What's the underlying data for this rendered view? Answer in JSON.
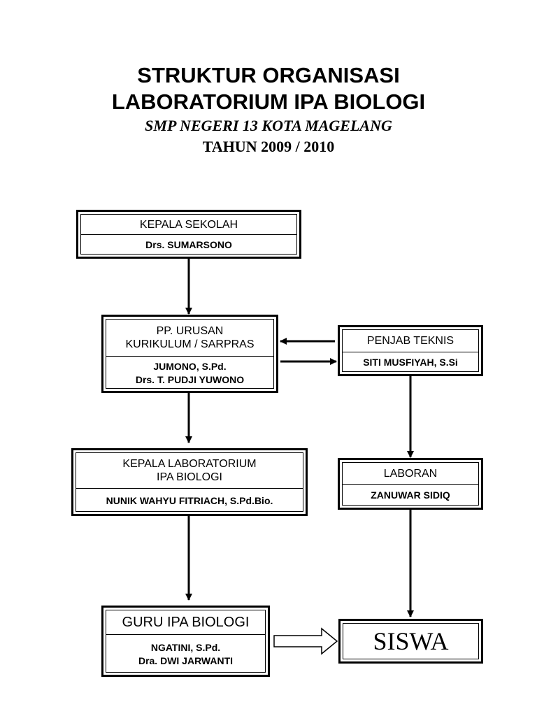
{
  "header": {
    "title_line1": "STRUKTUR ORGANISASI",
    "title_line2": "LABORATORIUM IPA BIOLOGI",
    "school": "SMP NEGERI 13 KOTA MAGELANG",
    "year": "TAHUN 2009 / 2010"
  },
  "boxes": {
    "kepala_sekolah": {
      "role": "KEPALA SEKOLAH",
      "names": [
        "Drs. SUMARSONO"
      ]
    },
    "urusan": {
      "role": [
        "PP. URUSAN",
        "KURIKULUM / SARPRAS"
      ],
      "names": [
        "JUMONO, S.Pd.",
        "Drs. T. PUDJI YUWONO"
      ]
    },
    "penjab": {
      "role": "PENJAB TEKNIS",
      "names": [
        "SITI MUSFIYAH, S.Si"
      ]
    },
    "kepala_lab": {
      "role": [
        "KEPALA LABORATORIUM",
        "IPA BIOLOGI"
      ],
      "names": [
        "NUNIK WAHYU FITRIACH, S.Pd.Bio."
      ]
    },
    "laboran": {
      "role": "LABORAN",
      "names": [
        "ZANUWAR SIDIQ"
      ]
    },
    "guru": {
      "role": "GURU IPA BIOLOGI",
      "names": [
        "NGATINI, S.Pd.",
        "Dra. DWI JARWANTI"
      ]
    },
    "siswa": {
      "label": "SISWA"
    }
  }
}
